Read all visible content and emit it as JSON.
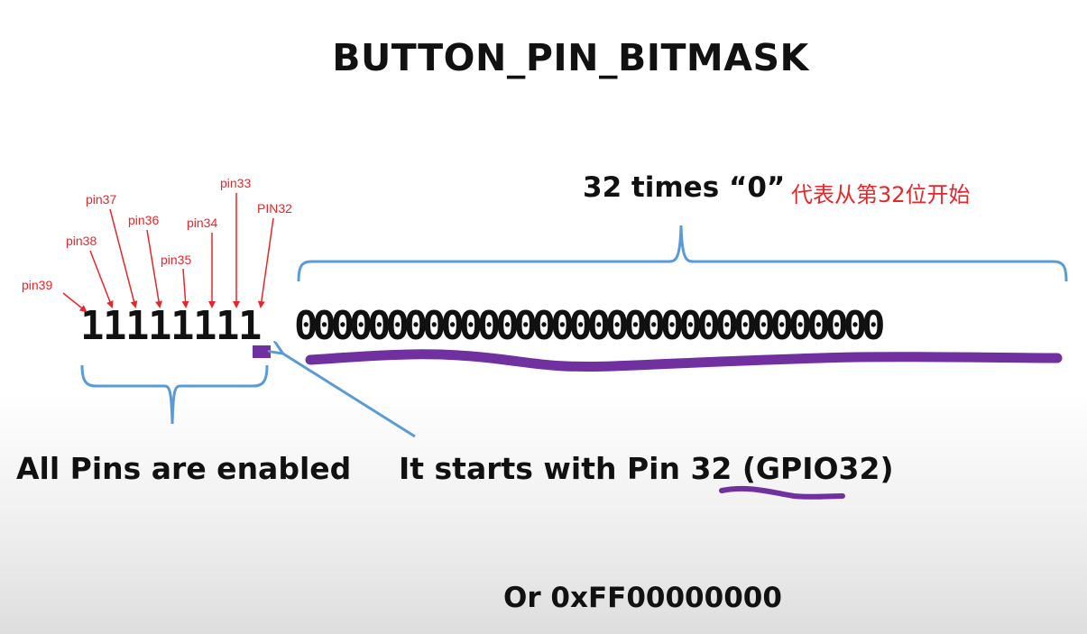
{
  "title": "BUTTON_PIN_BITMASK",
  "zeros_caption": "32 times “0”",
  "chinese_note": "代表从第32位开始",
  "ones": "11111111",
  "zeros": "00000000000000000000000000000000",
  "pins": {
    "pin39": "pin39",
    "pin38": "pin38",
    "pin37": "pin37",
    "pin36": "pin36",
    "pin35": "pin35",
    "pin34": "pin34",
    "pin33": "pin33",
    "pin32": "PIN32"
  },
  "all_pins_label": "All Pins are enabled",
  "starts_label": "It starts with Pin 32 (GPIO32)",
  "hex_label": "Or 0xFF00000000",
  "colors": {
    "text": "#111111",
    "annotation_red": "#e8262a",
    "brace_blue": "#5b9bd5",
    "highlight_purple": "#7030a0"
  }
}
